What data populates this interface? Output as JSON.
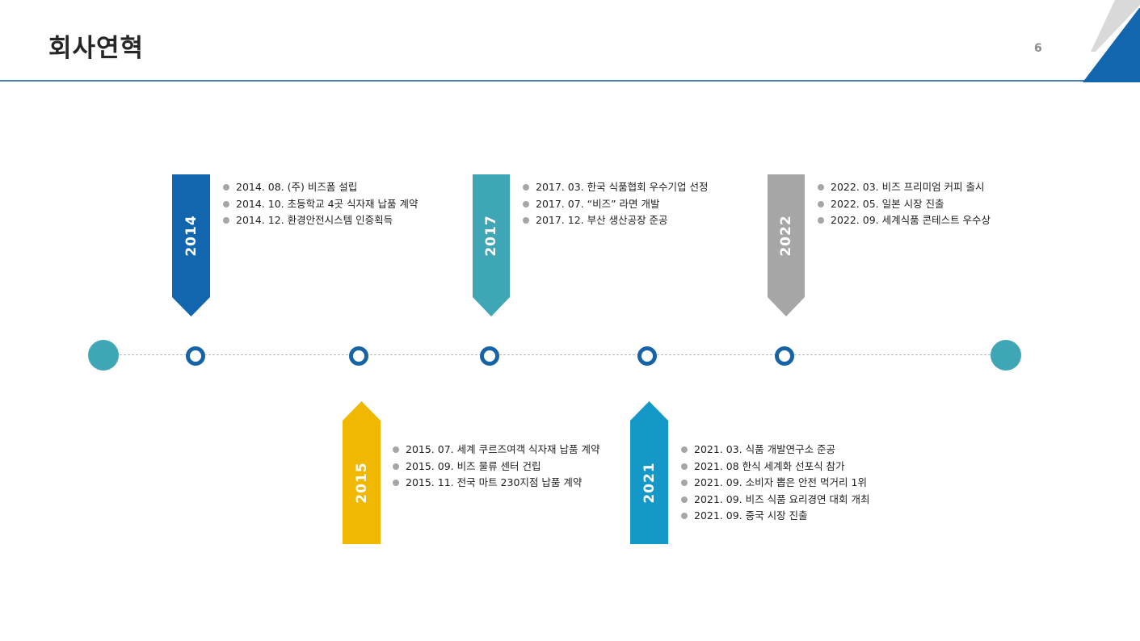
{
  "title": "회사연혁",
  "page_number": "6",
  "colors": {
    "blue": "#1166ad",
    "teal": "#3fa6b6",
    "gray": "#a6a6a6",
    "yellow": "#f0b800",
    "cyan": "#1498c8"
  },
  "milestones": [
    {
      "year": "2014",
      "events": [
        "2014. 08. (주) 비즈폼 설립",
        "2014. 10. 초등학교 4곳 식자재 납품 계약",
        "2014. 12. 환경안전시스템 인증획득"
      ]
    },
    {
      "year": "2015",
      "events": [
        "2015. 07. 세계 쿠르즈여객 식자재 납품 계약",
        "2015. 09. 비즈 물류 센터 건립",
        "2015. 11. 전국 마트 230지점 납품 계약"
      ]
    },
    {
      "year": "2017",
      "events": [
        "2017. 03. 한국 식품협회 우수기업 선정",
        "2017. 07. “비즈” 라면 개발",
        "2017. 12. 부산 생산공장 준공"
      ]
    },
    {
      "year": "2021",
      "events": [
        "2021. 03. 식품 개발연구소 준공",
        "2021. 08  한식 세계화 선포식 참가",
        "2021. 09. 소비자 뽑은 안전 먹거리 1위",
        "2021. 09. 비즈 식품 요리경연 대회 개최",
        "2021. 09. 중국 시장 진출"
      ]
    },
    {
      "year": "2022",
      "events": [
        "2022. 03. 비즈 프리미엄 커피 출시",
        "2022. 05. 일본 시장 진출",
        "2022. 09. 세계식품 콘테스트 우수상"
      ]
    }
  ]
}
